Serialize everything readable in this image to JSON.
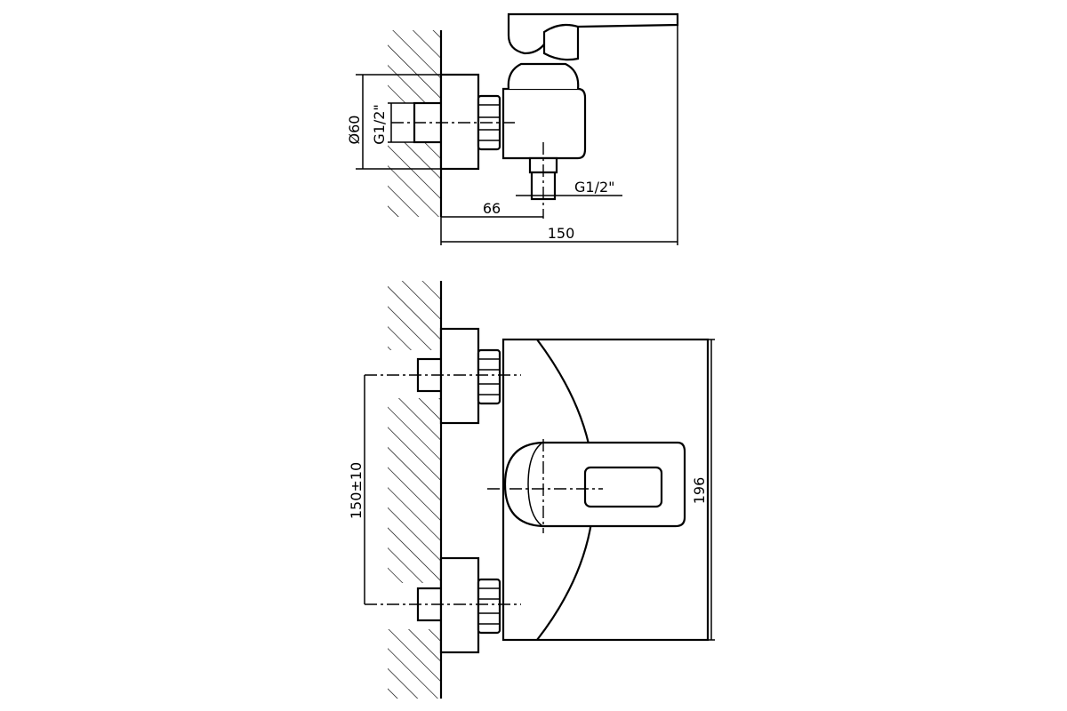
{
  "side_view": {
    "dims": {
      "total_depth": "150",
      "wall_to_outlet": "66",
      "flange_diameter": "Ø60",
      "inlet_thread": "G1/2\"",
      "outlet_thread": "G1/2\""
    }
  },
  "front_view": {
    "dims": {
      "inlet_spacing": "150±10",
      "body_height": "196"
    }
  }
}
